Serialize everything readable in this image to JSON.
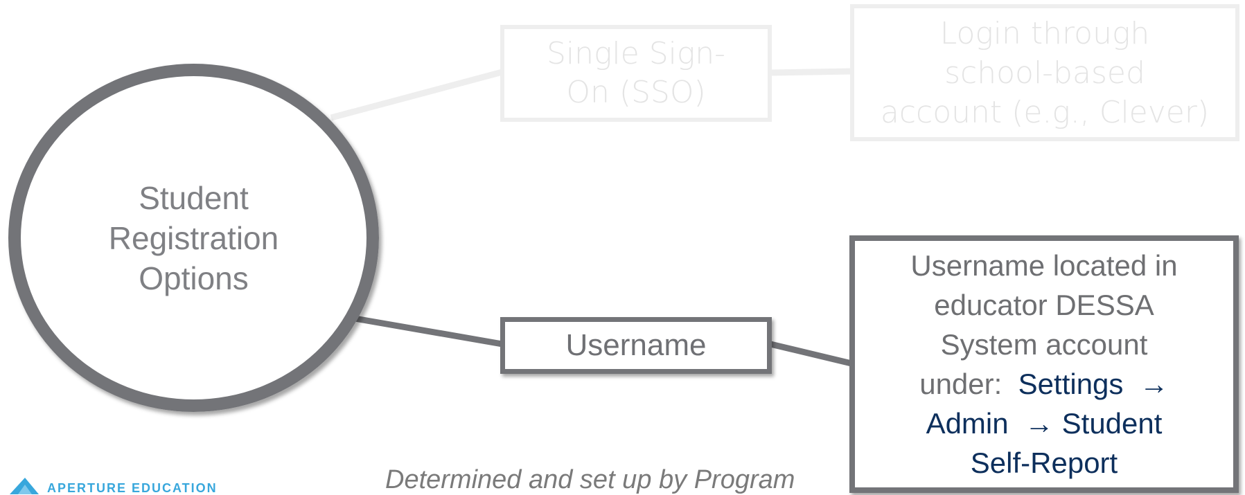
{
  "diagram": {
    "center": {
      "label_lines": [
        "Student",
        "Registration",
        "Options"
      ]
    },
    "sso": {
      "label_lines": [
        "Single Sign-",
        "On (SSO)"
      ]
    },
    "login": {
      "label_lines": [
        "Login through",
        "school-based",
        "account (e.g., Clever)"
      ]
    },
    "username": {
      "label": "Username"
    },
    "info": {
      "lines": [
        "Username located in",
        "educator DESSA",
        "System account"
      ],
      "under_label": "under:",
      "nav_settings": "Settings",
      "nav_admin": "Admin",
      "nav_student": "Student",
      "nav_self_report": "Self-Report",
      "arrow": "→"
    },
    "caption": "Determined and set up by Program"
  },
  "logo": {
    "text": "APERTURE EDUCATION",
    "color": "#38a7dc"
  },
  "colors": {
    "dark_gray": "#737478",
    "faded": "#eeeeee",
    "navy": "#0d2f5c"
  }
}
